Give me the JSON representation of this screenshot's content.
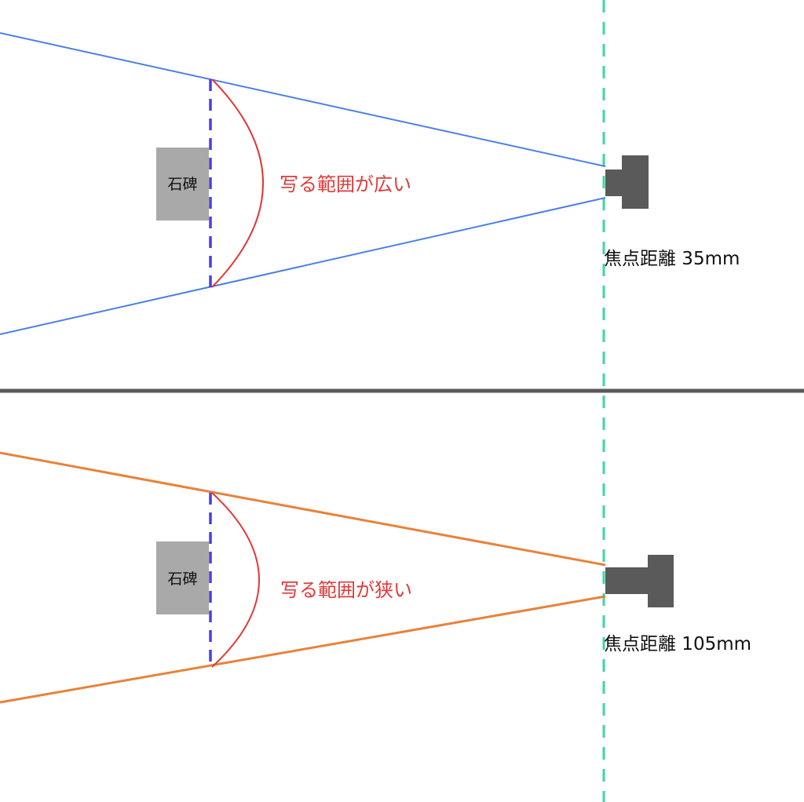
{
  "colors": {
    "background": "#ffffff",
    "wide_rays": "#4a7fe8",
    "narrow_rays": "#e8823a",
    "field_arc": "#e03a3a",
    "subject_plane": "#4a3fe0",
    "camera_plane": "#3ed6a0",
    "divider": "#595959",
    "camera": "#5a5a5a",
    "stone": "#a9a9a9"
  },
  "top_panel": {
    "stone_label": "石碑",
    "range_label": "写る範囲が広い",
    "focal_label": "焦点距離 35mm",
    "ray_color_role": "wide_rays"
  },
  "bottom_panel": {
    "stone_label": "石碑",
    "range_label": "写る範囲が狭い",
    "focal_label": "焦点距離 105mm",
    "ray_color_role": "narrow_rays"
  }
}
